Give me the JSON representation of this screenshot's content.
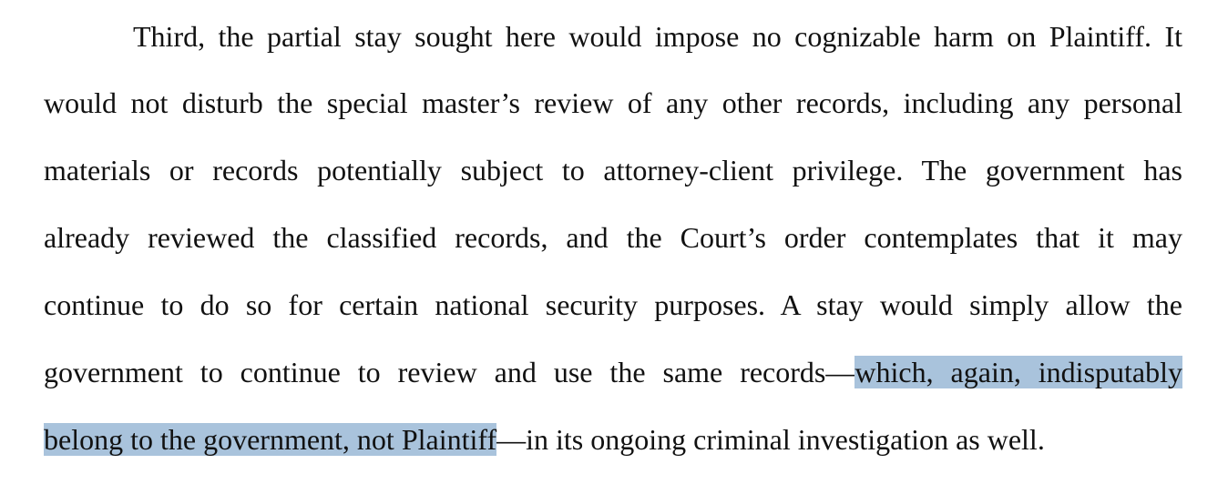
{
  "document": {
    "paragraph_lines": [
      "Third, the partial stay sought here would impose no cognizable harm on Plaintiff. It",
      "would not disturb the special master’s review of any other records, including any personal",
      "materials or records potentially subject to attorney-client privilege. The government has",
      "already reviewed the classified records, and the Court’s order contemplates that it may",
      "continue to do so for certain national security purposes. A stay would simply allow the"
    ],
    "line6_plain": "government to continue to review and use the same records—",
    "line6_highlight": "which, again, indisputably",
    "line7_highlight": "belong to the government, not Plaintiff",
    "line7_plain": "—in its ongoing criminal investigation as well."
  },
  "colors": {
    "highlight": "#a9c3dc",
    "text": "#111111",
    "background": "#ffffff"
  }
}
